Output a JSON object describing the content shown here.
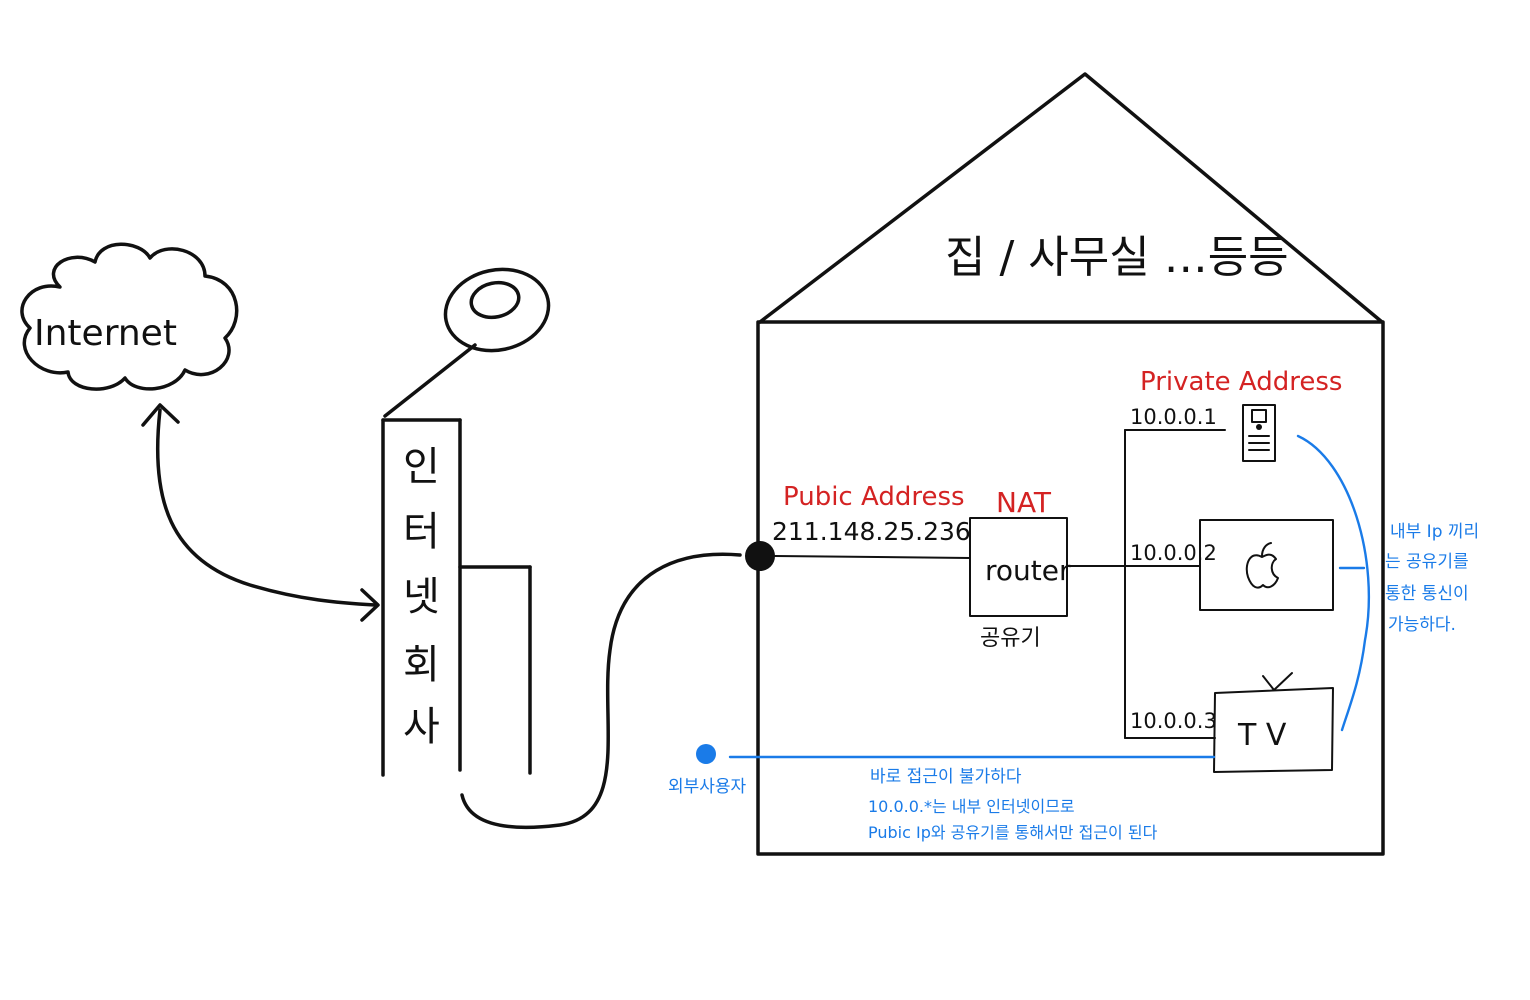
{
  "cloud": {
    "label": "Internet"
  },
  "isp": {
    "label_chars": [
      "인",
      "터",
      "넷",
      "회",
      "사"
    ]
  },
  "house": {
    "title": "집 / 사무실 …등등"
  },
  "public": {
    "heading": "Pubic Address",
    "ip": "211.148.25.236"
  },
  "router": {
    "heading": "NAT",
    "label": "router",
    "caption": "공유기"
  },
  "private": {
    "heading": "Private Address",
    "devices": [
      {
        "ip": "10.0.0.1",
        "icon": "phone-icon"
      },
      {
        "ip": "10.0.0.2",
        "icon": "apple-icon"
      },
      {
        "ip": "10.0.0.3",
        "icon": "tv-icon",
        "label": "T V"
      }
    ]
  },
  "notes": {
    "internal": [
      "내부 Ip 끼리",
      "는 공유기를",
      "통한 통신이",
      "가능하다."
    ],
    "external_user": "외부사용자",
    "no_access": "바로 접근이 불가하다",
    "explain": [
      "10.0.0.*는 내부 인터넷이므로",
      "Pubic Ip와 공유기를 통해서만 접근이 된다"
    ]
  },
  "colors": {
    "ink": "#111111",
    "red": "#d42323",
    "blue": "#1a7be8"
  }
}
